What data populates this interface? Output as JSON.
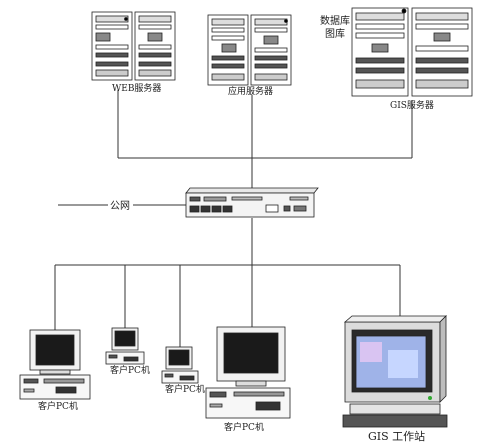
{
  "servers": {
    "web": "WEB服务器",
    "app": "应用服务器",
    "database_line1": "数据库",
    "database_line2": "图库",
    "gis": "GIS服务器"
  },
  "network": {
    "public_net": "公网"
  },
  "clients": {
    "pc1": "客户PC机",
    "pc2": "客户PC机",
    "pc3": "客户PC机",
    "pc4": "客户PC机",
    "workstation": "GIS 工作站"
  }
}
